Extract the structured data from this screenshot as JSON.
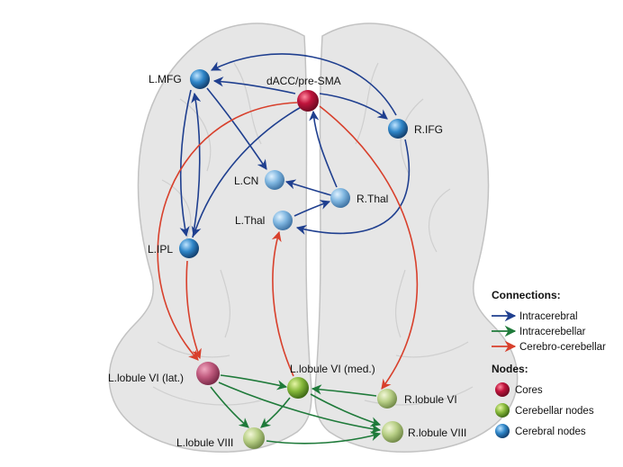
{
  "legend": {
    "connections_title": "Connections:",
    "connections": [
      {
        "label": "Intracerebral",
        "color": "#1f3f8f"
      },
      {
        "label": "Intracerebellar",
        "color": "#1f7a3a"
      },
      {
        "label": "Cerebro-cerebellar",
        "color": "#d8402c"
      }
    ],
    "nodes_title": "Nodes:",
    "nodes": [
      {
        "label": "Cores",
        "color": "#b3133a"
      },
      {
        "label": "Cerebellar nodes",
        "color": "#7fb13a"
      },
      {
        "label": "Cerebral nodes",
        "color": "#2f86c8"
      }
    ]
  },
  "nodes": {
    "lmfg": {
      "label": "L.MFG",
      "type": "cerebral"
    },
    "dacc": {
      "label": "dACC/pre-SMA",
      "type": "core"
    },
    "rifg": {
      "label": "R.IFG",
      "type": "cerebral"
    },
    "lcn": {
      "label": "L.CN",
      "type": "cerebral"
    },
    "rthal": {
      "label": "R.Thal",
      "type": "cerebral"
    },
    "lthal": {
      "label": "L.Thal",
      "type": "cerebral"
    },
    "lipl": {
      "label": "L.IPL",
      "type": "cerebral"
    },
    "llob6lat": {
      "label": "L.lobule VI (lat.)",
      "type": "core"
    },
    "llob6med": {
      "label": "L.lobule VI (med.)",
      "type": "cerebellar"
    },
    "rlob6": {
      "label": "R.lobule VI",
      "type": "cerebellar"
    },
    "llob8": {
      "label": "L.lobule VIII",
      "type": "cerebellar"
    },
    "rlob8": {
      "label": "R.lobule VIII",
      "type": "cerebellar"
    }
  },
  "colors": {
    "intracerebral": "#1f3f8f",
    "intracerebellar": "#1f7a3a",
    "cerebro_cerebellar": "#d8402c",
    "brain_fill": "#e4e4e4",
    "brain_stroke": "#c4c4c4"
  }
}
